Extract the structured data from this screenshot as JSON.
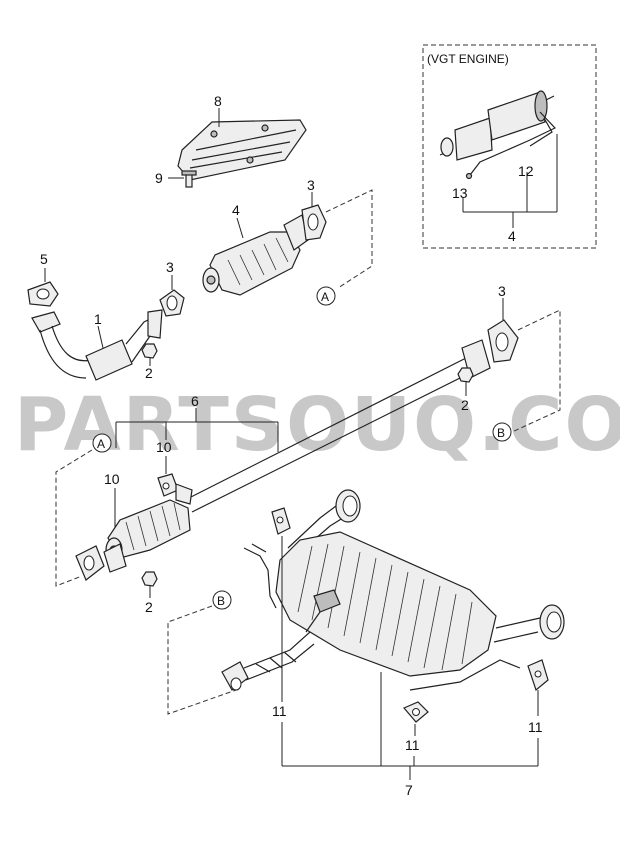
{
  "watermark": "PARTSOUQ.COM",
  "inset_title": "(VGT ENGINE)",
  "callouts": {
    "c1": "1",
    "c2a": "2",
    "c2b": "2",
    "c2c": "2",
    "c3a": "3",
    "c3b": "3",
    "c3c": "3",
    "c4a": "4",
    "c4b": "4",
    "c5": "5",
    "c6": "6",
    "c7": "7",
    "c8": "8",
    "c9": "9",
    "c10a": "10",
    "c10b": "10",
    "c11a": "11",
    "c11b": "11",
    "c11c": "11",
    "c12": "12",
    "c13": "13"
  },
  "connectors": {
    "a1": "A",
    "a2": "A",
    "b1": "B",
    "b2": "B"
  }
}
